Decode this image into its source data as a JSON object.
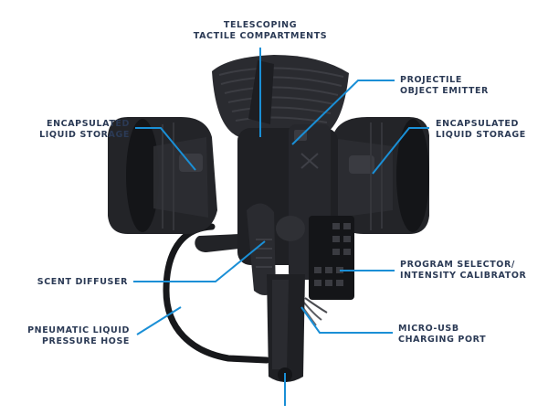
{
  "colors": {
    "leader": "#1a8fd6",
    "label": "#2b3a55",
    "device": "#1c1d20"
  },
  "callouts": {
    "telescoping": {
      "line1": "TELESCOPING",
      "line2": "TACTILE COMPARTMENTS"
    },
    "projectile": {
      "line1": "PROJECTILE",
      "line2": "OBJECT EMITTER"
    },
    "storage_left": {
      "line1": "ENCAPSULATED",
      "line2": "LIQUID STORAGE"
    },
    "storage_right": {
      "line1": "ENCAPSULATED",
      "line2": "LIQUID STORAGE"
    },
    "program": {
      "line1": "PROGRAM SELECTOR/",
      "line2": "INTENSITY CALIBRATOR"
    },
    "scent": {
      "line1": "SCENT DIFFUSER"
    },
    "hose": {
      "line1": "PNEUMATIC LIQUID",
      "line2": "PRESSURE HOSE"
    },
    "usb": {
      "line1": "MICRO-USB",
      "line2": "CHARGING PORT"
    }
  }
}
